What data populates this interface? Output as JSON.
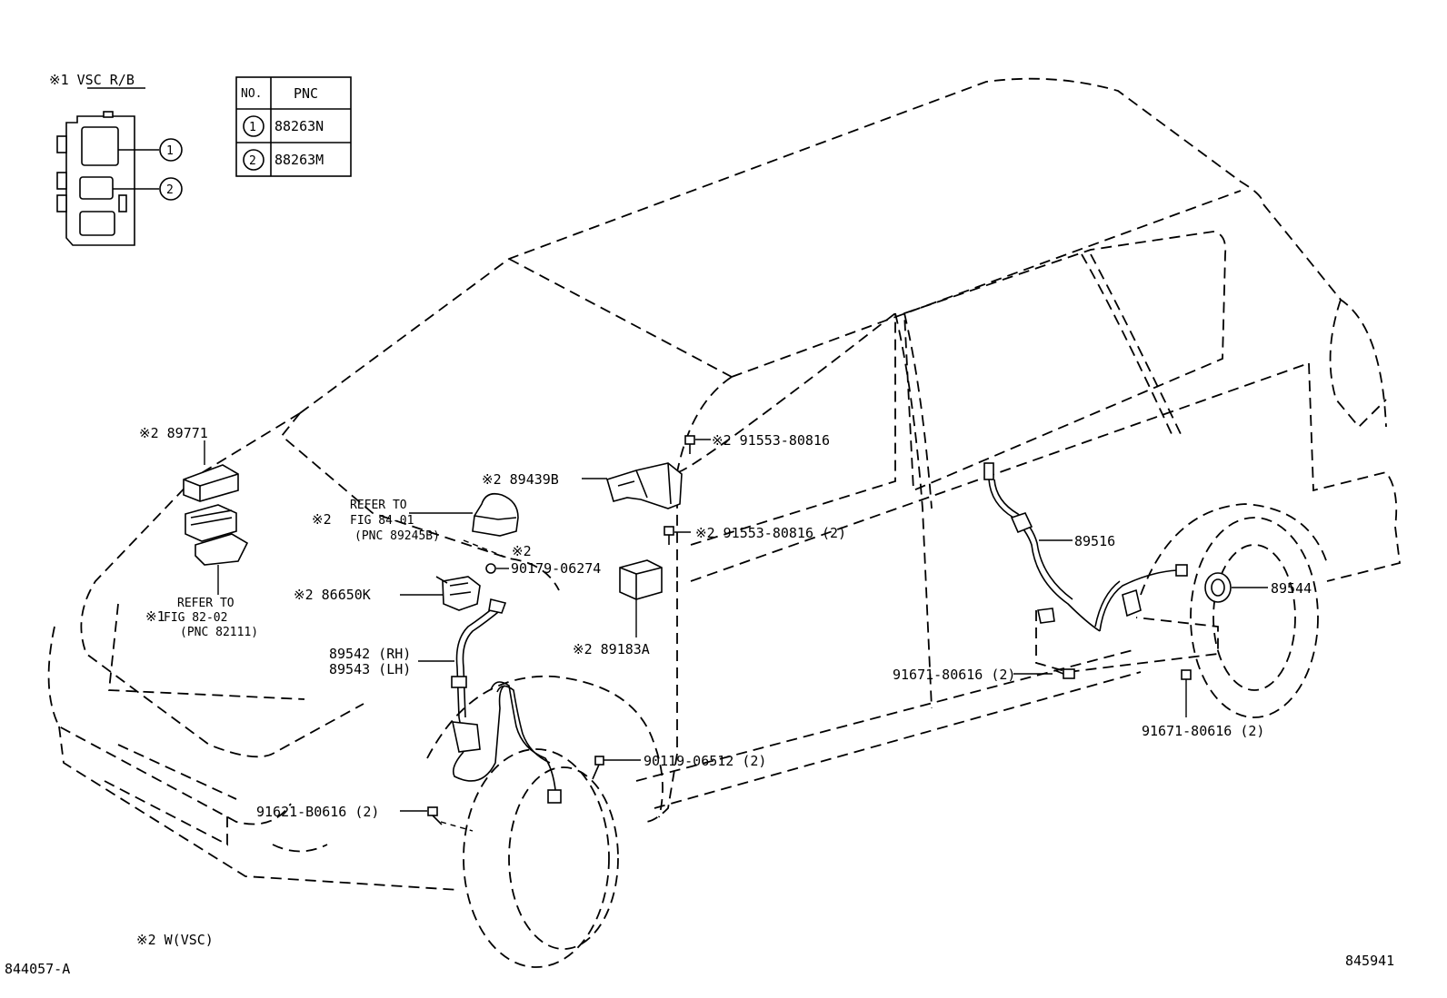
{
  "legend": {
    "relay_block_title": "※1 VSC R/B",
    "relay_block_callouts": [
      "1",
      "2"
    ],
    "table": {
      "headers": [
        "NO.",
        "PNC"
      ],
      "rows": [
        {
          "no": "1",
          "pnc": "88263N"
        },
        {
          "no": "2",
          "pnc": "88263M"
        }
      ]
    }
  },
  "labels": {
    "p89771": "※2 89771",
    "refer_84_line1": "REFER TO",
    "refer_84_line2": "FIG 84-01",
    "refer_84_line3": "(PNC 89245B)",
    "refer_84_mark": "※2",
    "p89439b": "※2 89439B",
    "p91553_a": "※2 91553-80816",
    "p91553_b": "※2 91553-80816 (2)",
    "p90179_mark": "※2",
    "p90179": "90179-06274",
    "p86650k": "※2 86650K",
    "refer_82_line1": "REFER TO",
    "refer_82_line2": "FIG 82-02",
    "refer_82_line3": "(PNC 82111)",
    "refer_82_mark": "※1",
    "p89542": "89542 (RH)",
    "p89543": "89543 (LH)",
    "p89183a": "※2 89183A",
    "p90119": "90119-06512 (2)",
    "p91621": "91621-B0616 (2)",
    "p89516": "89516",
    "p89544": "89544",
    "p91671_a": "91671-80616 (2)",
    "p91671_b": "91671-80616 (2)"
  },
  "footer": {
    "note": "※2  W(VSC)",
    "left_code": "844057-A",
    "right_code": "845941"
  }
}
